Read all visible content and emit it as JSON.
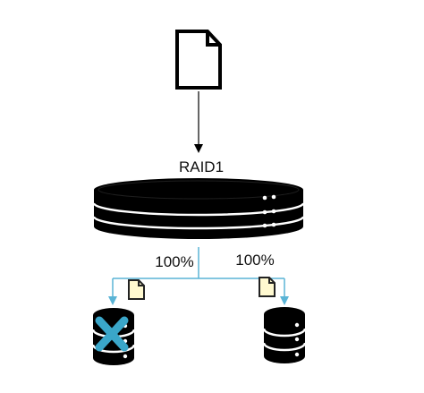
{
  "diagram": {
    "raid_label": "RAID1",
    "left_percent": "100%",
    "right_percent": "100%"
  },
  "colors": {
    "ink": "#000000",
    "connector": "#5ab4d6",
    "failure_cross": "#3aa6c9",
    "doc_outline": "#222222",
    "doc_fill": "#fff9d0"
  },
  "icons": {
    "source": "document-icon",
    "array": "raid-array-disk-stack-icon",
    "left_doc": "document-copy-icon",
    "right_doc": "document-copy-icon",
    "left_disk": "database-disk-icon",
    "failure": "failure-cross-icon",
    "right_disk": "database-disk-icon"
  }
}
